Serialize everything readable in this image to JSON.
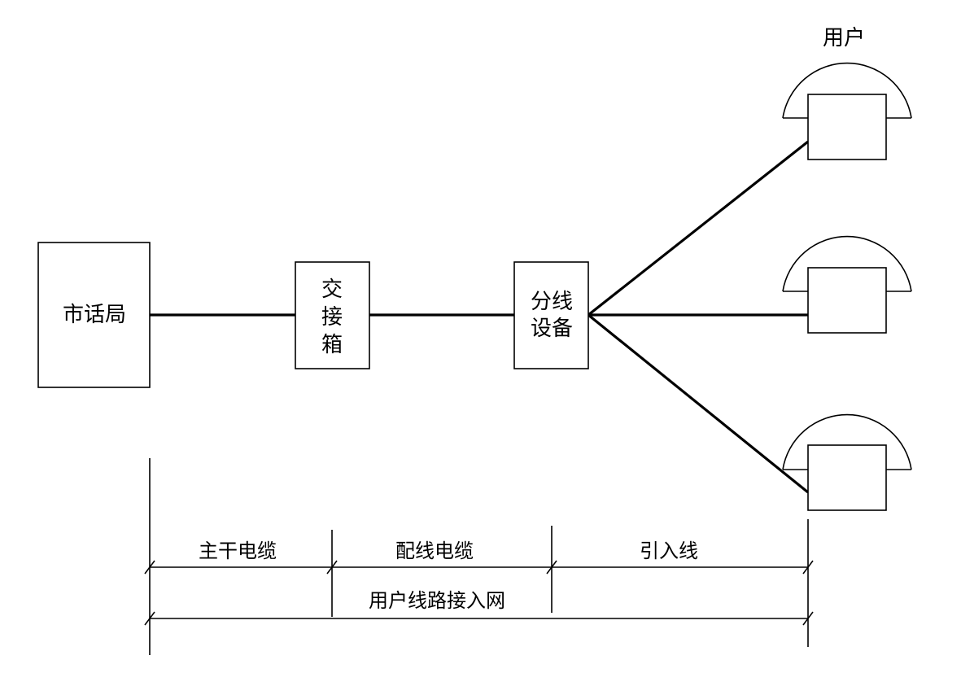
{
  "nodes": {
    "central_office": "市话局",
    "cross_connect_box": [
      "交",
      "接",
      "箱"
    ],
    "distribution_device": [
      "分线",
      "设备"
    ],
    "user": "用户"
  },
  "segments": {
    "feeder_cable": "主干电缆",
    "distribution_cable": "配线电缆",
    "drop_wire": "引入线",
    "subscriber_access_network": "用户线路接入网"
  }
}
